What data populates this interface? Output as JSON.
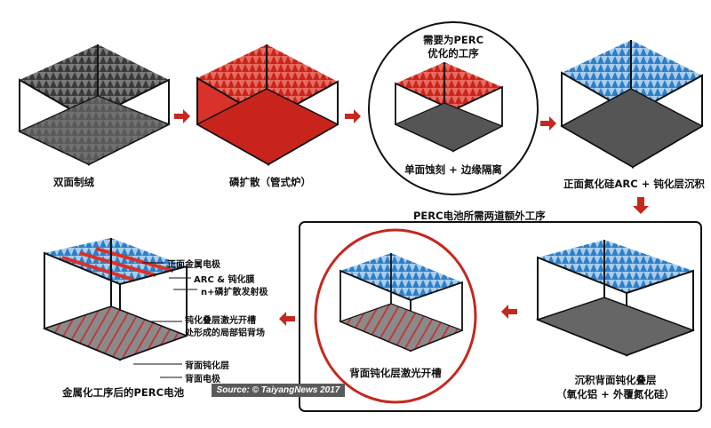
{
  "colors": {
    "gray_texture": "#4a4a4a",
    "red": "#d8322b",
    "blue": "#3f8ad0",
    "arrow": "#c4281f",
    "frame": "#111111",
    "circle_red": "#c4281f"
  },
  "steps": {
    "texturing": "双面制绒",
    "diffusion": "磷扩散（管式炉）",
    "etch_title_line1": "需要为PERC",
    "etch_title_line2": "优化的工序",
    "etch_label": "单面蚀刻 + 边缘隔离",
    "arc_label": "正面氮化硅ARC + 钝化层沉积",
    "extra_steps_title": "PERC电池所需两道额外工序",
    "rear_pass_line1": "沉积背面钝化叠层",
    "rear_pass_line2": "（氧化铝 + 外覆氮化硅）",
    "laser_label": "背面钝化层激光开槽",
    "final_label": "金属化工序后的PERC电池"
  },
  "final_annotations": {
    "front_metal": "正面金属电极",
    "arc_passivation": "ARC & 钝化膜",
    "emitter": "n+磷扩散发射极",
    "laser_contact_line1": "钝化叠层激光开槽",
    "laser_contact_line2": "处形成的局部铝背场",
    "rear_passivation": "背面钝化层",
    "rear_electrode": "背面电极"
  },
  "source": "Source: © TaiyangNews 2017"
}
